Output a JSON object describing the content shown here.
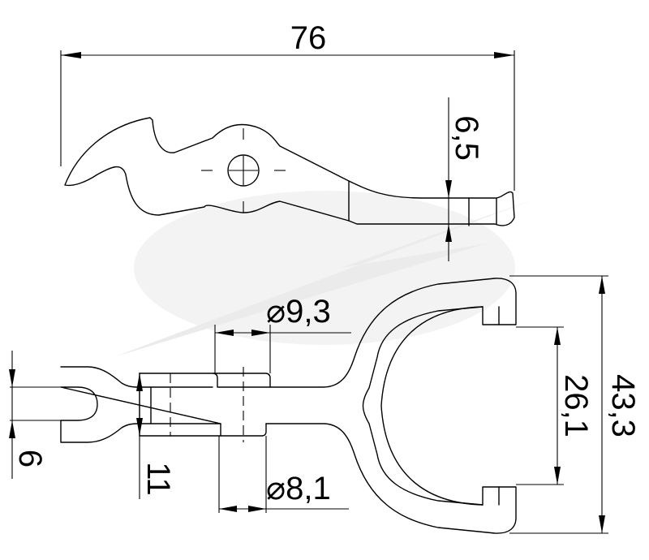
{
  "dimensions": {
    "overall_length": "76",
    "tip_thickness": "6,5",
    "bore_diameter_top": "⌀9,3",
    "bore_diameter_bottom": "⌀8,1",
    "shaft_height": "11",
    "slot_width": "6",
    "inner_span": "26,1",
    "outer_span": "43,3"
  },
  "colors": {
    "line": "#000000",
    "watermark": "#f2f2f2"
  }
}
